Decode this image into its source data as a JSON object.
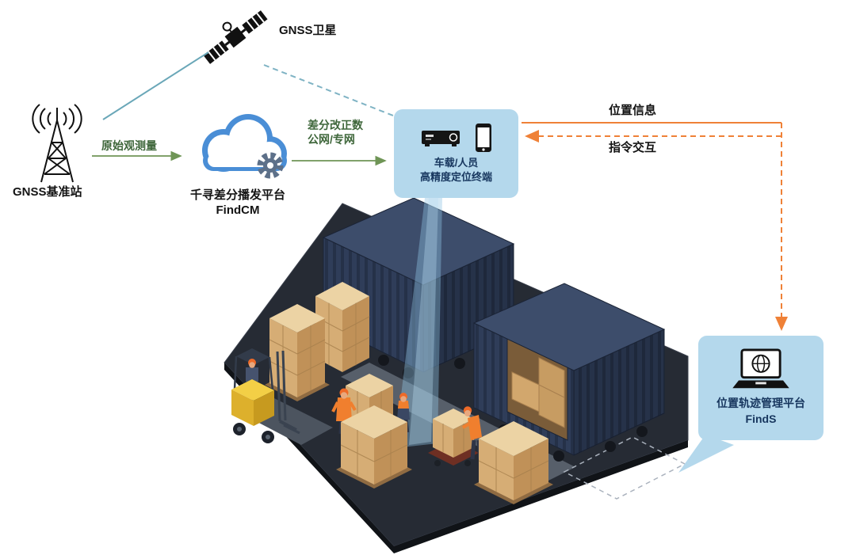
{
  "diagram_labels": {
    "satellite": "GNSS卫星",
    "base_station": "GNSS基准站",
    "cloud_platform_name": "千寻差分播发平台",
    "cloud_platform_product": "FindCM",
    "raw_observation": "原始观测量",
    "correction_line1": "差分改正数",
    "correction_line2": "公网/专网",
    "position_info": "位置信息",
    "command_interaction": "指令交互"
  },
  "terminal_bubble": {
    "line1": "车载/人员",
    "line2": "高精度定位终端"
  },
  "platform_bubble": {
    "line1": "位置轨迹管理平台",
    "line2": "FindS"
  },
  "icons": {
    "satellite": "gnss-satellite-icon",
    "base_station": "antenna-tower-icon",
    "cloud": "cloud-gear-icon",
    "terminal_device": "vehicle-terminal-device-icon",
    "phone": "smartphone-icon",
    "platform": "laptop-globe-icon"
  },
  "colors": {
    "bubble_bg": "#b4d8ec",
    "bubble_text": "#17365e",
    "flow_green": "#6f9556",
    "flow_green_text": "#3e663a",
    "flow_orange": "#ef8137",
    "link_teal": "#6aa7b8",
    "container_navy": "#2f3d59",
    "floor_dark": "#262b34",
    "carton_tan": "#d6ad75",
    "forklift_yellow": "#f3cf46",
    "beam_blue": "#8ec4e4"
  }
}
